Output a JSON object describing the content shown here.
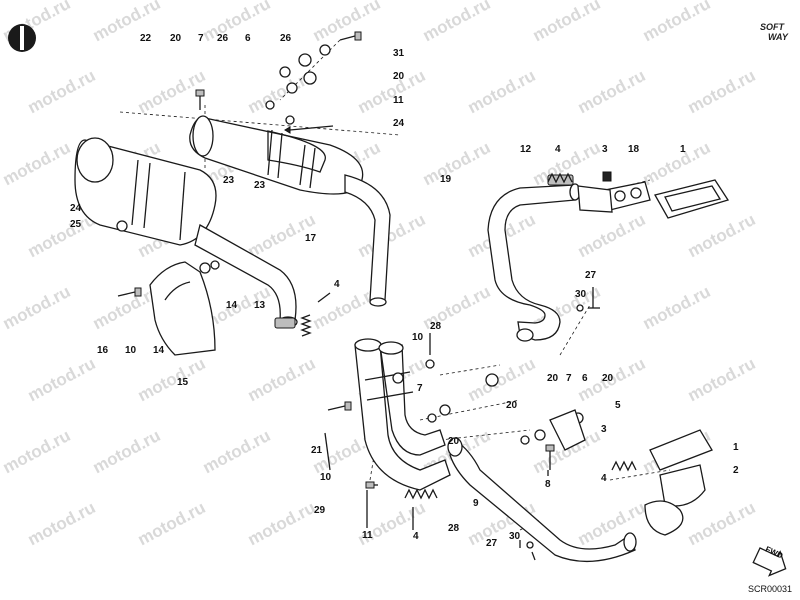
{
  "watermark": {
    "text": "motod.ru",
    "color": "#d9d9d9"
  },
  "brand": {
    "line1": "SOFT",
    "line2": "WAY"
  },
  "diagram_code": "SCR00031",
  "fwd_text": "FWD",
  "callouts": [
    {
      "id": "c-22-top",
      "text": "22"
    },
    {
      "id": "c-20-top",
      "text": "20"
    },
    {
      "id": "c-7-top",
      "text": "7"
    },
    {
      "id": "c-26-top-a",
      "text": "26"
    },
    {
      "id": "c-6-top",
      "text": "6"
    },
    {
      "id": "c-26-top-b",
      "text": "26"
    },
    {
      "id": "c-31",
      "text": "31"
    },
    {
      "id": "c-20-right-top",
      "text": "20"
    },
    {
      "id": "c-11-top",
      "text": "11"
    },
    {
      "id": "c-24-top",
      "text": "24"
    },
    {
      "id": "c-12",
      "text": "12"
    },
    {
      "id": "c-4-top",
      "text": "4"
    },
    {
      "id": "c-3-top",
      "text": "3"
    },
    {
      "id": "c-18",
      "text": "18"
    },
    {
      "id": "c-1-top",
      "text": "1"
    },
    {
      "id": "c-19",
      "text": "19"
    },
    {
      "id": "c-23-a",
      "text": "23"
    },
    {
      "id": "c-23-b",
      "text": "23"
    },
    {
      "id": "c-24-left",
      "text": "24"
    },
    {
      "id": "c-25",
      "text": "25"
    },
    {
      "id": "c-17",
      "text": "17"
    },
    {
      "id": "c-27-top",
      "text": "27"
    },
    {
      "id": "c-30-top",
      "text": "30"
    },
    {
      "id": "c-4-mid",
      "text": "4"
    },
    {
      "id": "c-14-a",
      "text": "14"
    },
    {
      "id": "c-13",
      "text": "13"
    },
    {
      "id": "c-28-mid",
      "text": "28"
    },
    {
      "id": "c-10-mid",
      "text": "10"
    },
    {
      "id": "c-16",
      "text": "16"
    },
    {
      "id": "c-10-left",
      "text": "10"
    },
    {
      "id": "c-14-b",
      "text": "14"
    },
    {
      "id": "c-15",
      "text": "15"
    },
    {
      "id": "c-7-mid",
      "text": "7"
    },
    {
      "id": "c-20-mr",
      "text": "20"
    },
    {
      "id": "c-7-mr",
      "text": "7"
    },
    {
      "id": "c-6-mr",
      "text": "6"
    },
    {
      "id": "c-20-mr2",
      "text": "20"
    },
    {
      "id": "c-5",
      "text": "5"
    },
    {
      "id": "c-20-center",
      "text": "20"
    },
    {
      "id": "c-20-center2",
      "text": "20"
    },
    {
      "id": "c-21",
      "text": "21"
    },
    {
      "id": "c-10-bottom",
      "text": "10"
    },
    {
      "id": "c-3-bottom",
      "text": "3"
    },
    {
      "id": "c-1-bottom",
      "text": "1"
    },
    {
      "id": "c-2",
      "text": "2"
    },
    {
      "id": "c-4-bottom-r",
      "text": "4"
    },
    {
      "id": "c-8",
      "text": "8"
    },
    {
      "id": "c-9",
      "text": "9"
    },
    {
      "id": "c-29",
      "text": "29"
    },
    {
      "id": "c-11-bottom",
      "text": "11"
    },
    {
      "id": "c-4-bottom",
      "text": "4"
    },
    {
      "id": "c-28-bottom",
      "text": "28"
    },
    {
      "id": "c-27-bottom",
      "text": "27"
    },
    {
      "id": "c-30-bottom",
      "text": "30"
    }
  ]
}
